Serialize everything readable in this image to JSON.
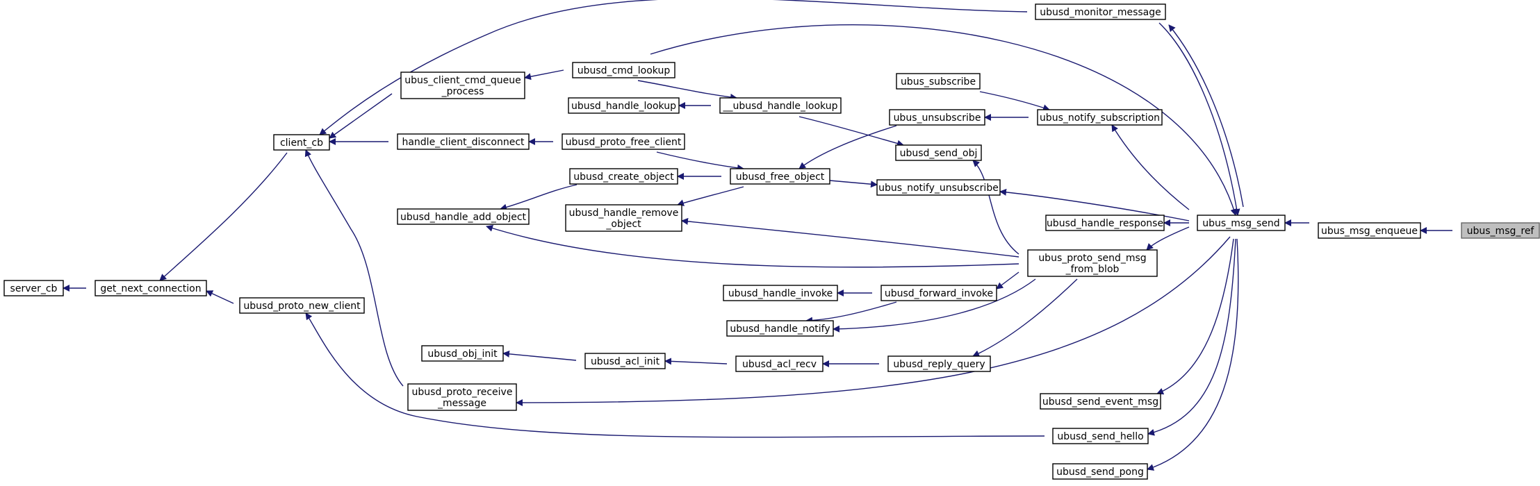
{
  "graph": {
    "edge_color": "#191970",
    "root_fill": "#bfbfbf",
    "nodes": [
      {
        "id": "ubus_msg_ref",
        "lines": [
          "ubus_msg_ref"
        ],
        "root": true
      },
      {
        "id": "ubus_msg_enqueue",
        "lines": [
          "ubus_msg_enqueue"
        ]
      },
      {
        "id": "ubus_msg_send",
        "lines": [
          "ubus_msg_send"
        ]
      },
      {
        "id": "ubusd_monitor_message",
        "lines": [
          "ubusd_monitor_message"
        ]
      },
      {
        "id": "client_cb",
        "lines": [
          "client_cb"
        ]
      },
      {
        "id": "get_next_connection",
        "lines": [
          "get_next_connection"
        ]
      },
      {
        "id": "server_cb",
        "lines": [
          "server_cb"
        ]
      },
      {
        "id": "ubusd_proto_receive_message",
        "lines": [
          "ubusd_proto_receive",
          "_message"
        ]
      },
      {
        "id": "ubusd_proto_new_client",
        "lines": [
          "ubusd_proto_new_client"
        ]
      },
      {
        "id": "ubusd_send_hello",
        "lines": [
          "ubusd_send_hello"
        ]
      },
      {
        "id": "ubusd_cmd_lookup",
        "lines": [
          "ubusd_cmd_lookup"
        ]
      },
      {
        "id": "ubus_client_cmd_queue_process",
        "lines": [
          "ubus_client_cmd_queue",
          "_process"
        ]
      },
      {
        "id": "ubusd_handle_lookup",
        "lines": [
          "ubusd_handle_lookup"
        ]
      },
      {
        "id": "__ubusd_handle_lookup",
        "lines": [
          "__ubusd_handle_lookup"
        ]
      },
      {
        "id": "ubus_subscribe",
        "lines": [
          "ubus_subscribe"
        ]
      },
      {
        "id": "ubus_unsubscribe",
        "lines": [
          "ubus_unsubscribe"
        ]
      },
      {
        "id": "ubus_notify_subscription",
        "lines": [
          "ubus_notify_subscription"
        ]
      },
      {
        "id": "handle_client_disconnect",
        "lines": [
          "handle_client_disconnect"
        ]
      },
      {
        "id": "ubusd_proto_free_client",
        "lines": [
          "ubusd_proto_free_client"
        ]
      },
      {
        "id": "ubusd_send_obj",
        "lines": [
          "ubusd_send_obj"
        ]
      },
      {
        "id": "ubusd_create_object",
        "lines": [
          "ubusd_create_object"
        ]
      },
      {
        "id": "ubusd_free_object",
        "lines": [
          "ubusd_free_object"
        ]
      },
      {
        "id": "ubus_notify_unsubscribe",
        "lines": [
          "ubus_notify_unsubscribe"
        ]
      },
      {
        "id": "ubusd_handle_add_object",
        "lines": [
          "ubusd_handle_add_object"
        ]
      },
      {
        "id": "ubusd_handle_remove_object",
        "lines": [
          "ubusd_handle_remove",
          "_object"
        ]
      },
      {
        "id": "ubusd_handle_response",
        "lines": [
          "ubusd_handle_response"
        ]
      },
      {
        "id": "ubus_proto_send_msg_from_blob",
        "lines": [
          "ubus_proto_send_msg",
          "_from_blob"
        ]
      },
      {
        "id": "ubusd_handle_invoke",
        "lines": [
          "ubusd_handle_invoke"
        ]
      },
      {
        "id": "ubusd_forward_invoke",
        "lines": [
          "ubusd_forward_invoke"
        ]
      },
      {
        "id": "ubusd_handle_notify",
        "lines": [
          "ubusd_handle_notify"
        ]
      },
      {
        "id": "ubusd_obj_init",
        "lines": [
          "ubusd_obj_init"
        ]
      },
      {
        "id": "ubusd_acl_init",
        "lines": [
          "ubusd_acl_init"
        ]
      },
      {
        "id": "ubusd_acl_recv",
        "lines": [
          "ubusd_acl_recv"
        ]
      },
      {
        "id": "ubusd_reply_query",
        "lines": [
          "ubusd_reply_query"
        ]
      },
      {
        "id": "ubusd_send_event_msg",
        "lines": [
          "ubusd_send_event_msg"
        ]
      },
      {
        "id": "ubusd_send_pong",
        "lines": [
          "ubusd_send_pong"
        ]
      }
    ],
    "edges": [
      {
        "from": "ubus_msg_ref",
        "to": "ubus_msg_enqueue"
      },
      {
        "from": "ubus_msg_enqueue",
        "to": "ubus_msg_send"
      },
      {
        "from": "ubus_msg_send",
        "to": "ubusd_monitor_message"
      },
      {
        "from": "ubus_msg_send",
        "to": "ubusd_cmd_lookup"
      },
      {
        "from": "ubus_msg_send",
        "to": "ubus_notify_subscription"
      },
      {
        "from": "ubus_msg_send",
        "to": "ubus_notify_unsubscribe"
      },
      {
        "from": "ubus_msg_send",
        "to": "ubusd_handle_response"
      },
      {
        "from": "ubus_msg_send",
        "to": "ubus_proto_send_msg_from_blob"
      },
      {
        "from": "ubus_msg_send",
        "to": "ubusd_proto_receive_message"
      },
      {
        "from": "ubus_msg_send",
        "to": "ubusd_send_event_msg"
      },
      {
        "from": "ubus_msg_send",
        "to": "ubusd_send_hello"
      },
      {
        "from": "ubus_msg_send",
        "to": "ubusd_send_pong"
      },
      {
        "from": "ubusd_monitor_message",
        "to": "ubus_msg_send"
      },
      {
        "from": "ubusd_monitor_message",
        "to": "client_cb"
      },
      {
        "from": "client_cb",
        "to": "get_next_connection"
      },
      {
        "from": "get_next_connection",
        "to": "server_cb"
      },
      {
        "from": "ubusd_proto_receive_message",
        "to": "client_cb"
      },
      {
        "from": "ubusd_proto_new_client",
        "to": "get_next_connection"
      },
      {
        "from": "ubusd_send_hello",
        "to": "ubusd_proto_new_client"
      },
      {
        "from": "ubusd_cmd_lookup",
        "to": "ubus_client_cmd_queue_process"
      },
      {
        "from": "ubus_client_cmd_queue_process",
        "to": "client_cb"
      },
      {
        "from": "__ubusd_handle_lookup",
        "to": "ubusd_cmd_lookup"
      },
      {
        "from": "__ubusd_handle_lookup",
        "to": "ubusd_handle_lookup"
      },
      {
        "from": "ubusd_send_obj",
        "to": "__ubusd_handle_lookup"
      },
      {
        "from": "ubus_notify_subscription",
        "to": "ubus_subscribe"
      },
      {
        "from": "ubus_notify_subscription",
        "to": "ubus_unsubscribe"
      },
      {
        "from": "ubus_unsubscribe",
        "to": "ubusd_free_object"
      },
      {
        "from": "ubusd_proto_free_client",
        "to": "handle_client_disconnect"
      },
      {
        "from": "handle_client_disconnect",
        "to": "client_cb"
      },
      {
        "from": "ubusd_free_object",
        "to": "ubusd_proto_free_client"
      },
      {
        "from": "ubusd_free_object",
        "to": "ubusd_create_object"
      },
      {
        "from": "ubusd_free_object",
        "to": "ubusd_handle_remove_object"
      },
      {
        "from": "ubus_notify_unsubscribe",
        "to": "ubusd_free_object"
      },
      {
        "from": "ubusd_create_object",
        "to": "ubusd_handle_add_object"
      },
      {
        "from": "ubus_proto_send_msg_from_blob",
        "to": "ubusd_send_obj"
      },
      {
        "from": "ubus_proto_send_msg_from_blob",
        "to": "ubusd_handle_remove_object"
      },
      {
        "from": "ubus_proto_send_msg_from_blob",
        "to": "ubusd_handle_add_object"
      },
      {
        "from": "ubus_proto_send_msg_from_blob",
        "to": "ubusd_forward_invoke"
      },
      {
        "from": "ubus_proto_send_msg_from_blob",
        "to": "ubusd_handle_notify"
      },
      {
        "from": "ubus_proto_send_msg_from_blob",
        "to": "ubusd_reply_query"
      },
      {
        "from": "ubusd_forward_invoke",
        "to": "ubusd_handle_invoke"
      },
      {
        "from": "ubusd_forward_invoke",
        "to": "ubusd_handle_notify"
      },
      {
        "from": "ubusd_reply_query",
        "to": "ubusd_acl_recv"
      },
      {
        "from": "ubusd_acl_recv",
        "to": "ubusd_acl_init"
      },
      {
        "from": "ubusd_acl_init",
        "to": "ubusd_obj_init"
      }
    ]
  }
}
